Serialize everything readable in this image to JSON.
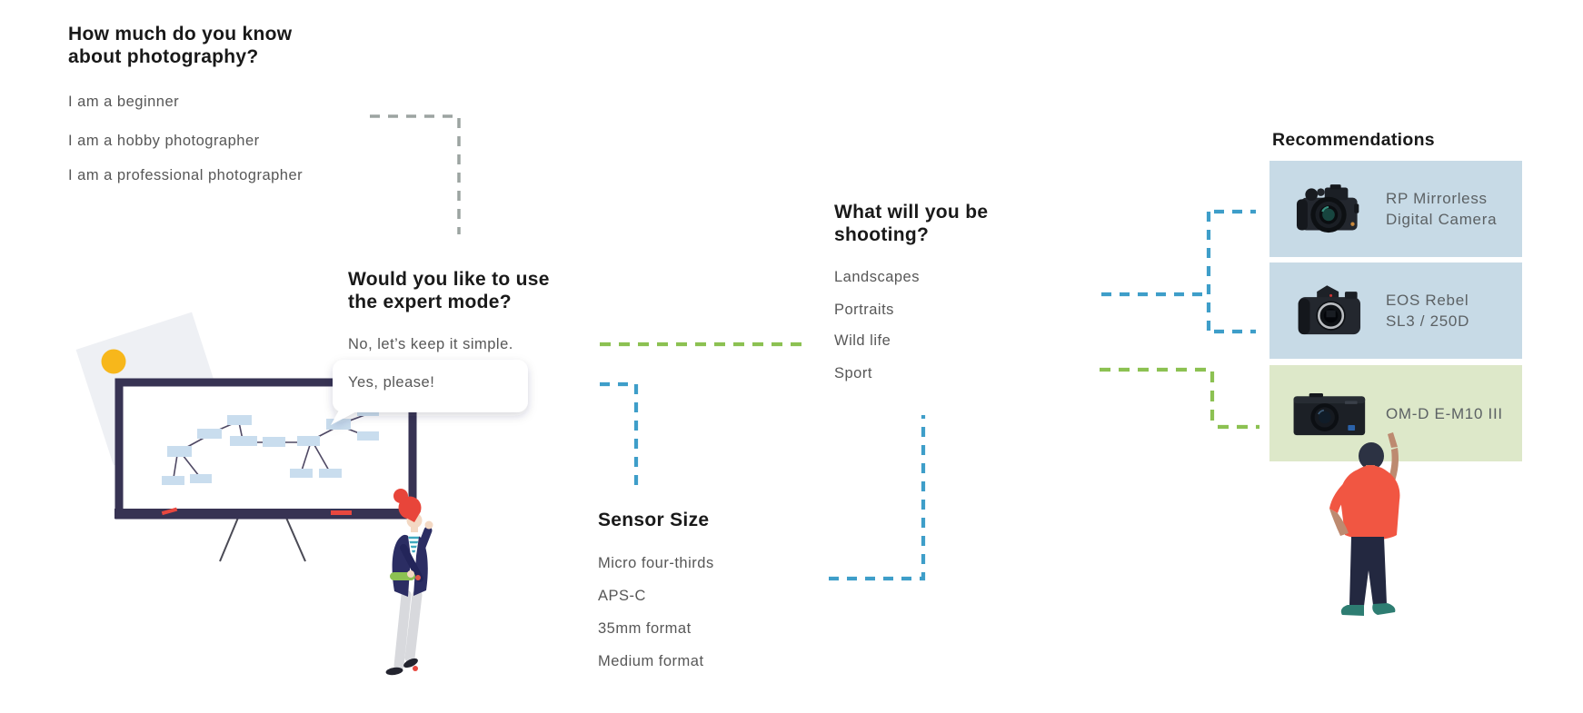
{
  "questions": {
    "knowledge": {
      "title_lines": [
        "How much do you know",
        "about photography?"
      ],
      "options": [
        "I am a beginner",
        "I am a hobby photographer",
        "I am a professional photographer"
      ]
    },
    "expert_mode": {
      "title_lines": [
        "Would you like to use",
        "the expert mode?"
      ],
      "options": [
        "No, let’s keep it simple.",
        "Yes, please!"
      ]
    },
    "shooting": {
      "title_lines": [
        "What will you be",
        "shooting?"
      ],
      "options": [
        "Landscapes",
        "Portraits",
        "Wild life",
        "Sport"
      ]
    },
    "sensor": {
      "title": "Sensor Size",
      "options": [
        "Micro four-thirds",
        "APS-C",
        "35mm format",
        "Medium format"
      ]
    }
  },
  "recommendations": {
    "title": "Recommendations",
    "items": [
      {
        "name": "RP Mirrorless Digital Camera",
        "name_lines": [
          "RP Mirrorless",
          "Digital Camera"
        ],
        "bg": "#c7dae6",
        "camera_icon": "bridge-camera"
      },
      {
        "name": "EOS Rebel SL3 / 250D",
        "name_lines": [
          "EOS Rebel",
          "SL3 / 250D"
        ],
        "bg": "#c7dae6",
        "camera_icon": "dslr-camera"
      },
      {
        "name": "OM-D E-M10 III",
        "name_lines": [
          "OM-D E-M10 III"
        ],
        "bg": "#dde8c9",
        "camera_icon": "compact-camera"
      }
    ]
  },
  "connectors": {
    "gray": "#9ca4a1",
    "green": "#8cc152",
    "teal": "#3e9ec9"
  },
  "illustration": {
    "whiteboard_frame": "#373353",
    "node_fill": "#c9ddee",
    "accent_yellow": "#f7b71b",
    "accent_red": "#e8473f",
    "marker_green": "#8cc152",
    "shirt_red": "#f15642",
    "shoe_teal": "#2e7d72"
  }
}
